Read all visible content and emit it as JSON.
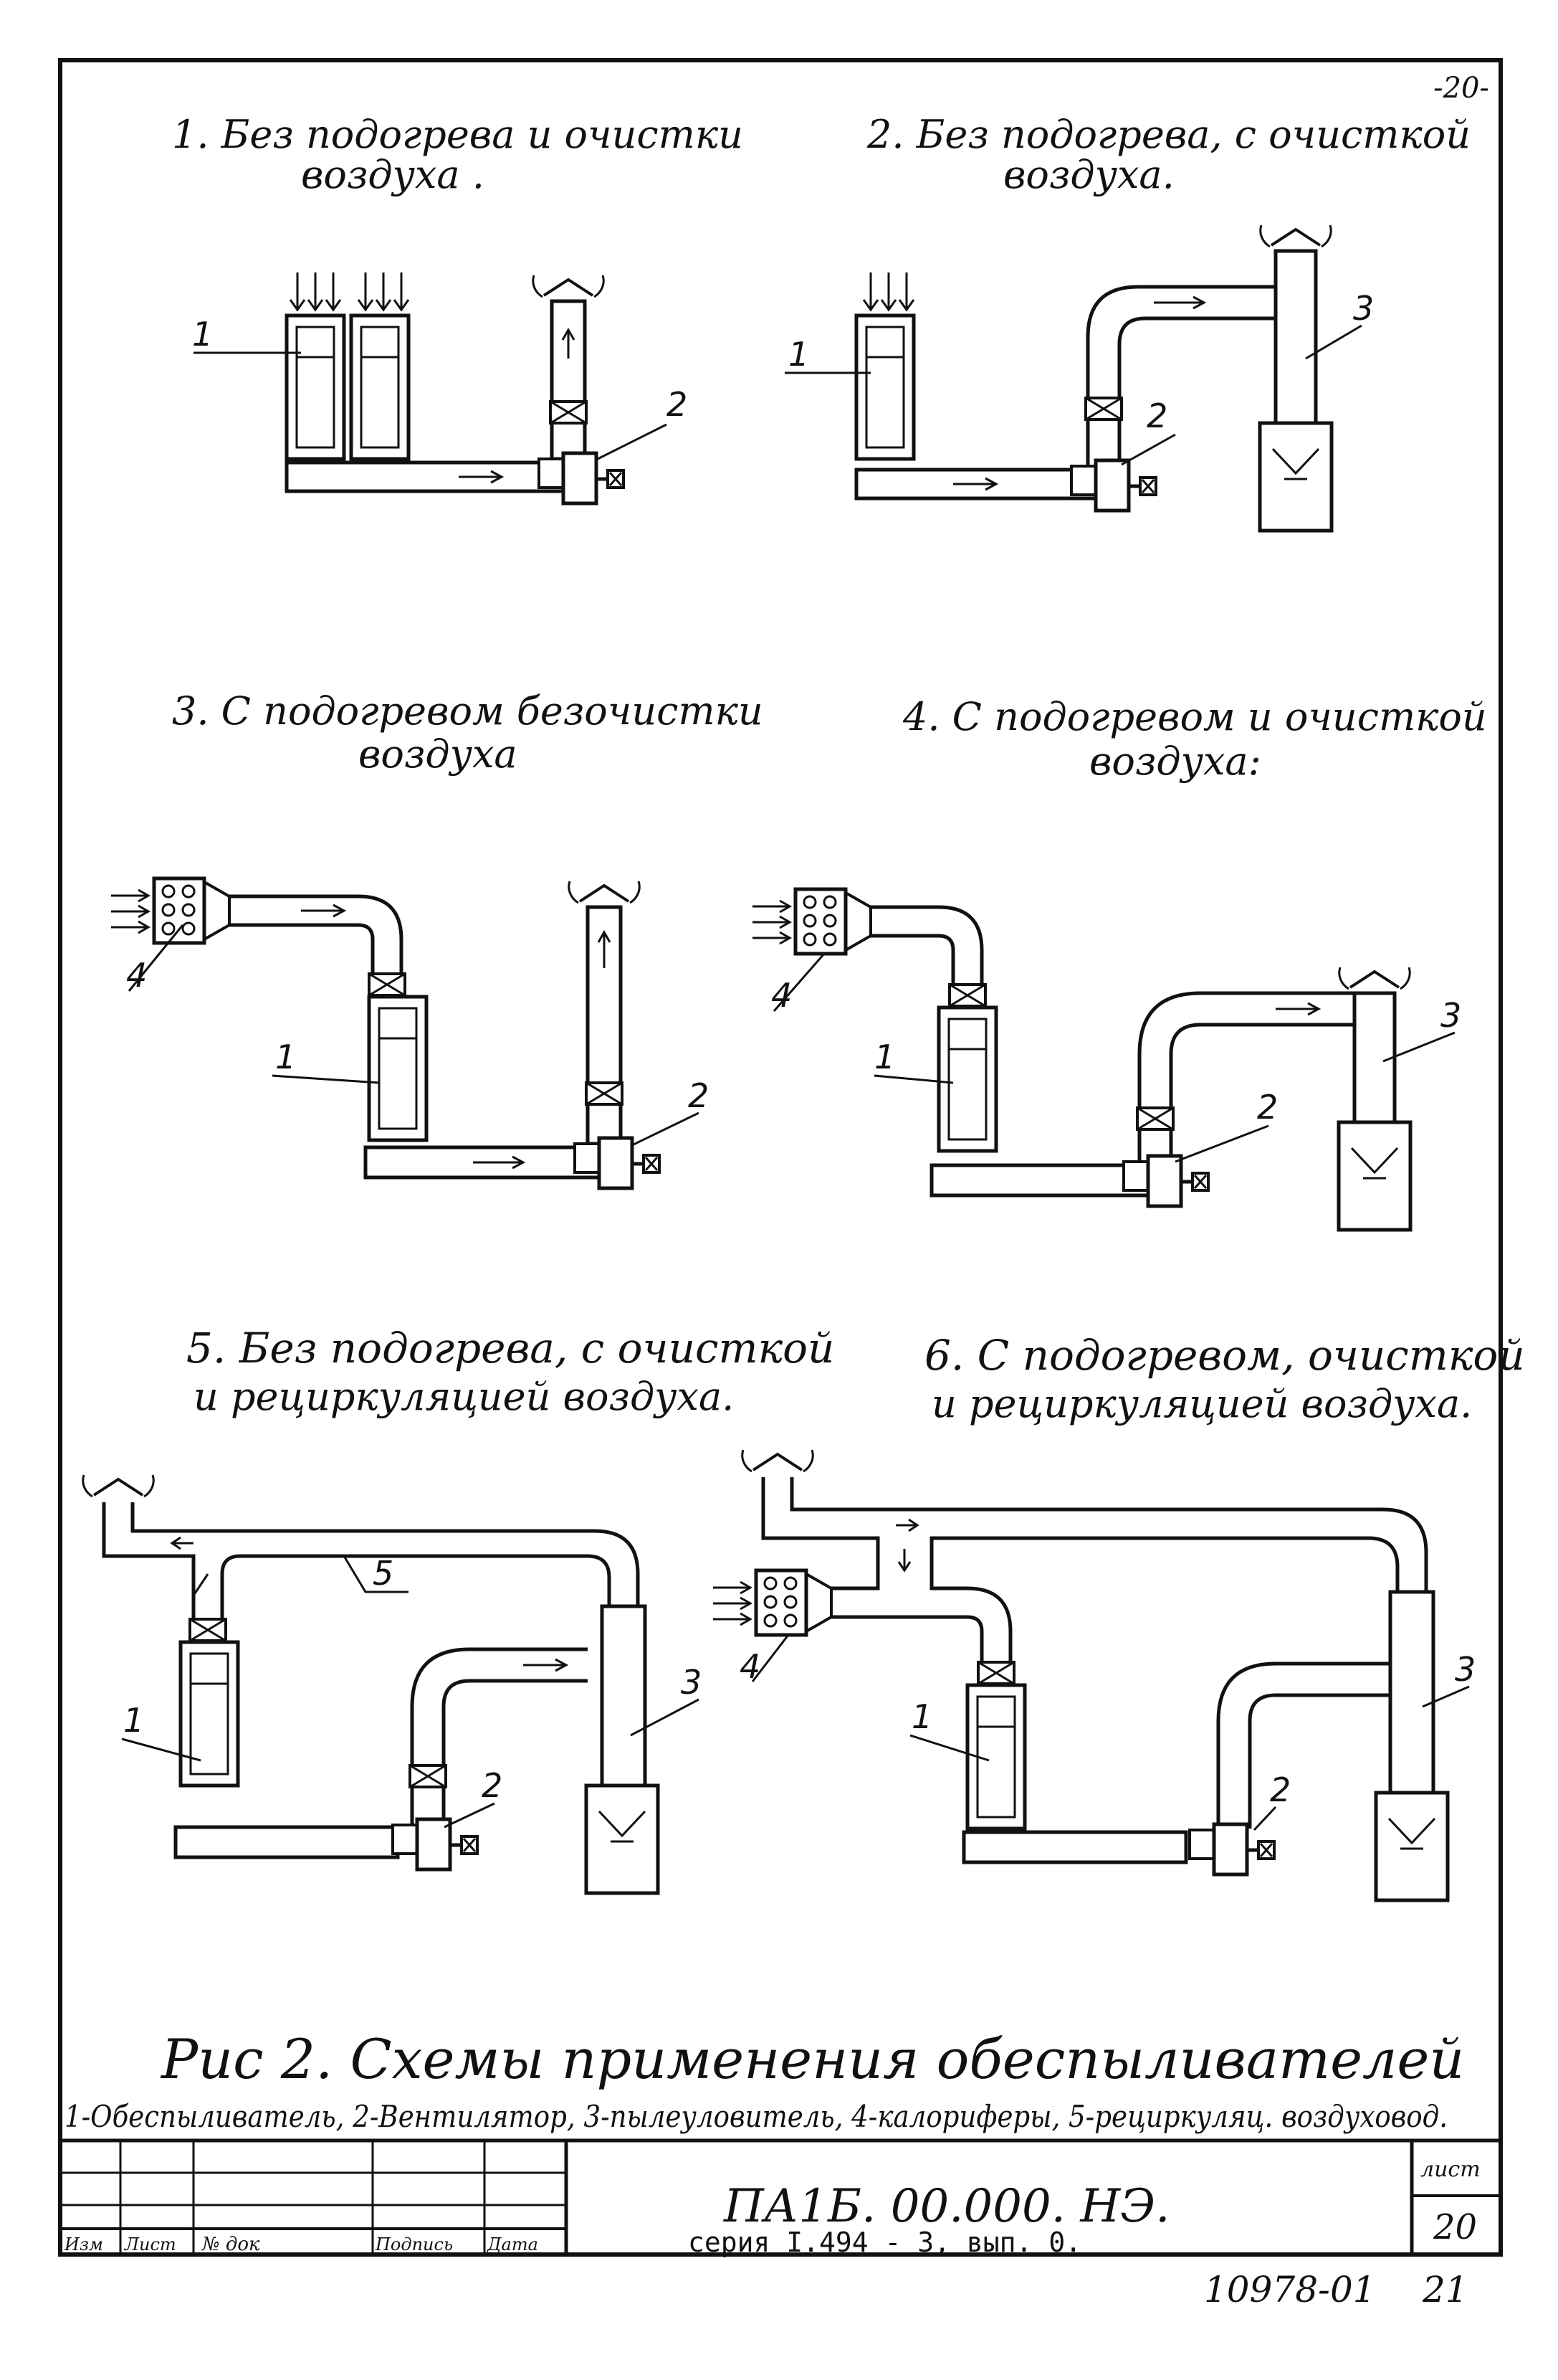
{
  "page_number": "-20-",
  "schemes": [
    {
      "title_line1": "1. Без подогрева и очистки",
      "title_line2": "воздуха ."
    },
    {
      "title_line1": "2. Без подогрева, с очисткой",
      "title_line2": "воздуха."
    },
    {
      "title_line1": "3. С подогревом безочистки",
      "title_line2": "воздуха"
    },
    {
      "title_line1": "4. С подогревом и очисткой",
      "title_line2": "воздуха:"
    },
    {
      "title_line1": "5. Без подогрева, с очисткой",
      "title_line2": "и рециркуляцией воздуха."
    },
    {
      "title_line1": "6. С подогревом, очисткой",
      "title_line2": "и рециркуляцией воздуха."
    }
  ],
  "labels": {
    "n1": "1",
    "n2": "2",
    "n3": "3",
    "n4": "4",
    "n5": "5"
  },
  "figure": {
    "caption": "Рис 2. Схемы применения обеспыливателей",
    "legend": "1-Обеспыливатель, 2-Вентилятор, 3-пылеуловитель, 4-калориферы, 5-рециркуляц. воздуховод."
  },
  "title_block": {
    "designation": "ПА1Б. 00.000. НЭ.",
    "series": "серия I.494 - 3, вып. 0.",
    "col_izm": "Изм",
    "col_list": "Лист",
    "col_doc": "№ док",
    "col_sign": "Подпись",
    "col_date": "Дата",
    "sheet_label": "лист",
    "sheet_number": "20"
  },
  "archive_number": "10978-01",
  "archive_suffix": "21"
}
